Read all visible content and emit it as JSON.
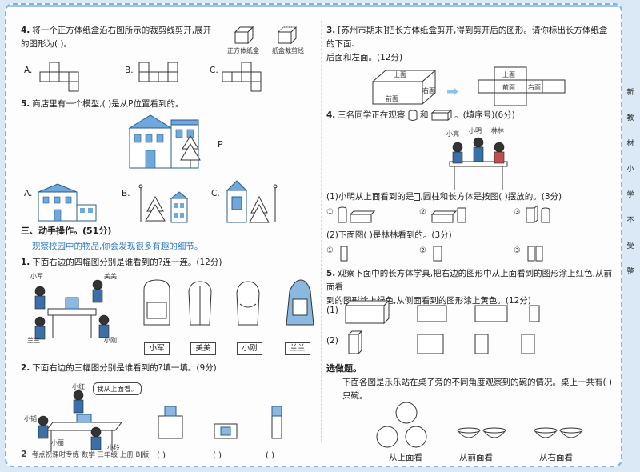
{
  "q4": {
    "number": "4.",
    "text_line1": "将一个正方体纸盒沿右图所示的裁剪线剪开,展开",
    "text_line2": "的图形为(     )。",
    "caption_a": "正方体纸盒",
    "caption_b": "纸盒裁剪线",
    "opt_a": "A.",
    "opt_b": "B.",
    "opt_c": "C."
  },
  "q5": {
    "number": "5.",
    "text": "商店里有一个模型,(     )是从P位置看到的。",
    "p_label": "P",
    "opt_a": "A.",
    "opt_b": "B.",
    "opt_c": "C."
  },
  "section3": {
    "title": "三、动手操作。(51分)",
    "tip": "观察校园中的物品,你会发现很多有趣的细节。"
  },
  "s1": {
    "number": "1.",
    "text": "下面右边的四幅图分别是谁看到的?连一连。(12分)",
    "kids": [
      "小军",
      "美美",
      "小刚",
      "兰兰"
    ],
    "boxes": [
      "小军",
      "美美",
      "小刚",
      "兰兰"
    ]
  },
  "s2": {
    "number": "2.",
    "text": "下面右边的三幅图分别是谁看到的?填一填。(9分)",
    "kids": [
      "小红",
      "小韬",
      "小丽",
      "小玲"
    ],
    "speech": "我从上面看。",
    "blanks": [
      "(      )",
      "(      )",
      "(      )"
    ]
  },
  "r3": {
    "number": "3.",
    "text_line1": "[苏州市期末]把长方体纸盒剪开,得到剪开后的图形。请你标出长方体纸盒的下面、",
    "text_line2": "后面和左面。(12分)",
    "labels_3d": [
      "上面",
      "前面",
      "右面"
    ],
    "labels_net": [
      "上面",
      "前面",
      "右面"
    ]
  },
  "r4": {
    "number": "4.",
    "text_a": "三名同学正在观察",
    "text_b": "和",
    "text_c": "。(填序号)(6分)",
    "kids": [
      "小亮",
      "小明",
      "林林"
    ],
    "sub1": "(1)小明从上面看到的是",
    "sub1b": ",圆柱和长方体是按图(     )摆放的。(3分)",
    "marks": [
      "①",
      "②",
      "③"
    ],
    "sub2": "(2)下面图(     )是林林看到的。(3分)"
  },
  "r5": {
    "number": "5.",
    "text_line1": "观察下面中的长方体学具,把右边的图形中从上面看到的图形涂上红色,从前面看",
    "text_line2": "到的图形涂上绿色,从侧面看到的图形涂上黄色。(12分)",
    "rows": [
      "(1)",
      "(2)"
    ]
  },
  "choice": {
    "title": "选做题。",
    "text_line1": "下面各图是乐乐站在桌子旁的不同角度观察到的碗的情况。桌上一共有(     )",
    "text_line2": "只碗。",
    "captions": [
      "从上面看",
      "从前面看",
      "从右面看"
    ]
  },
  "side_tab": [
    "新",
    "教",
    "材",
    "小",
    "学",
    "不",
    "受",
    "整"
  ],
  "footer": {
    "page": "2",
    "text": "考点视课时专练  数学  三年级  上册  BJ版"
  },
  "colors": {
    "accent": "#4a90d0",
    "building": "#6fa8dc",
    "frame": "#7fb3de"
  }
}
